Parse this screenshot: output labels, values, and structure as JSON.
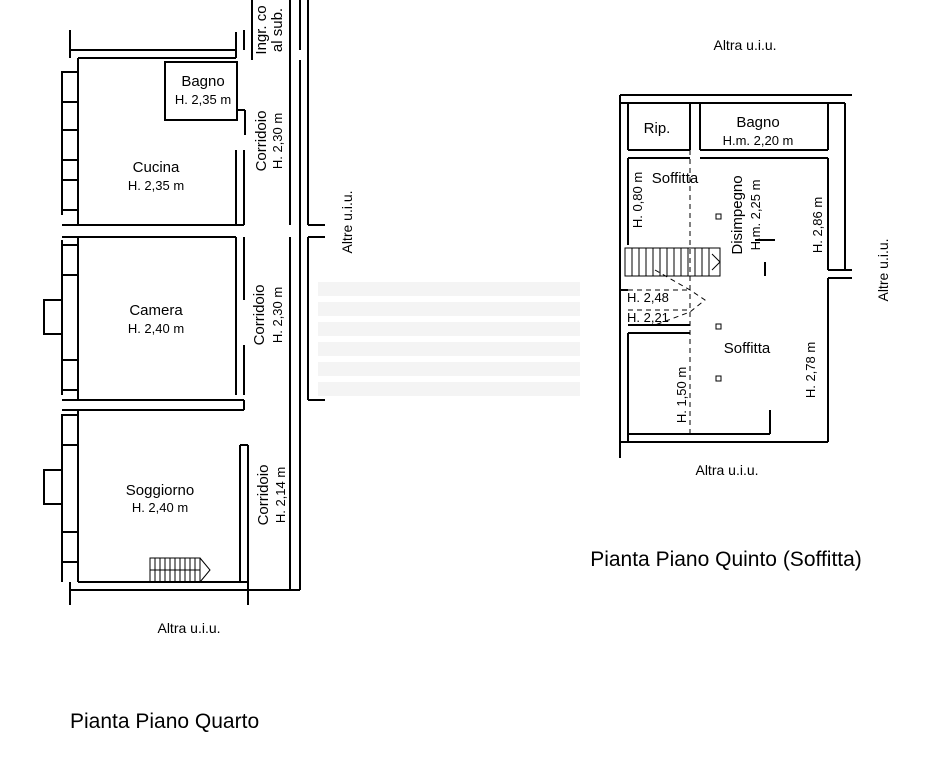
{
  "floor4": {
    "title": "Pianta Piano Quarto",
    "entrance_line1": "Ingr. co",
    "entrance_line2": "al sub.",
    "other_units_side": "Altre u.i.u.",
    "other_unit_bottom": "Altra u.i.u.",
    "rooms": [
      {
        "name": "Bagno",
        "height": "H. 2,35 m"
      },
      {
        "name": "Cucina",
        "height": "H. 2,35 m"
      },
      {
        "name": "Camera",
        "height": "H. 2,40 m"
      },
      {
        "name": "Soggiorno",
        "height": "H. 2,40 m"
      }
    ],
    "corridors": [
      {
        "name": "Corridoio",
        "height": "H. 2,30 m"
      },
      {
        "name": "Corridoio",
        "height": "H. 2,30 m"
      },
      {
        "name": "Corridoio",
        "height": "H. 2,14 m"
      }
    ]
  },
  "floor5": {
    "title": "Pianta Piano Quinto (Soffitta)",
    "other_unit_top": "Altra u.i.u.",
    "other_unit_bottom": "Altra u.i.u.",
    "other_units_side": "Altre u.i.u.",
    "rip": "Rip.",
    "bagno": {
      "name": "Bagno",
      "height": "H.m. 2,20 m"
    },
    "soffitta_top": {
      "name": "Soffitta",
      "height": "H. 0,80 m"
    },
    "disimpegno": {
      "name": "Disimpegno",
      "height": "H.m. 2,25 m"
    },
    "height_right_top": "H. 2,86 m",
    "height_248": "H. 2,48",
    "height_221": "H. 2,21",
    "soffitta_bottom": {
      "name": "Soffitta",
      "height_right": "H. 2,78 m",
      "height_left": "H. 1,50 m"
    }
  }
}
